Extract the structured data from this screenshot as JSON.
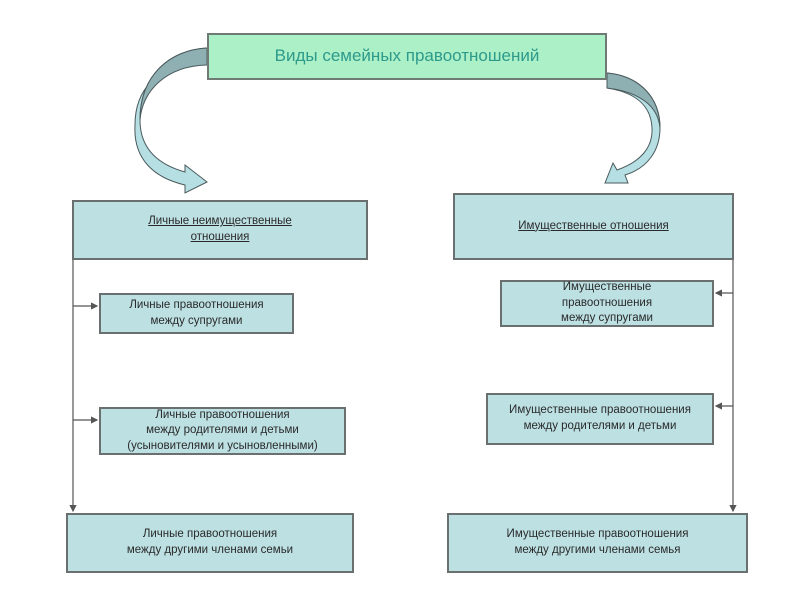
{
  "diagram": {
    "title": "Виды семейных правоотношений",
    "colors": {
      "title_fill": "#acf0c8",
      "title_text": "#2d9a8a",
      "box_fill": "#bde0e3",
      "arrow_dark": "#8fb0b3",
      "arrow_light": "#b6dfe4",
      "line": "#555555"
    },
    "left_branch": {
      "heading": "Личные неимущественные\nотношения",
      "items": [
        "Личные правоотношения\nмежду супругами",
        "Личные правоотношения\nмежду родителями и детьми\n(усыновителями и усыновленными)"
      ],
      "footer": "Личные правоотношения\nмежду другими членами семьи"
    },
    "right_branch": {
      "heading": "Имущественные отношения",
      "items": [
        "Имущественные\nправоотношения\nмежду супругами",
        "Имущественные правоотношения\nмежду родителями и детьми"
      ],
      "footer": "Имущественные правоотношения\nмежду другими членами семья"
    }
  }
}
